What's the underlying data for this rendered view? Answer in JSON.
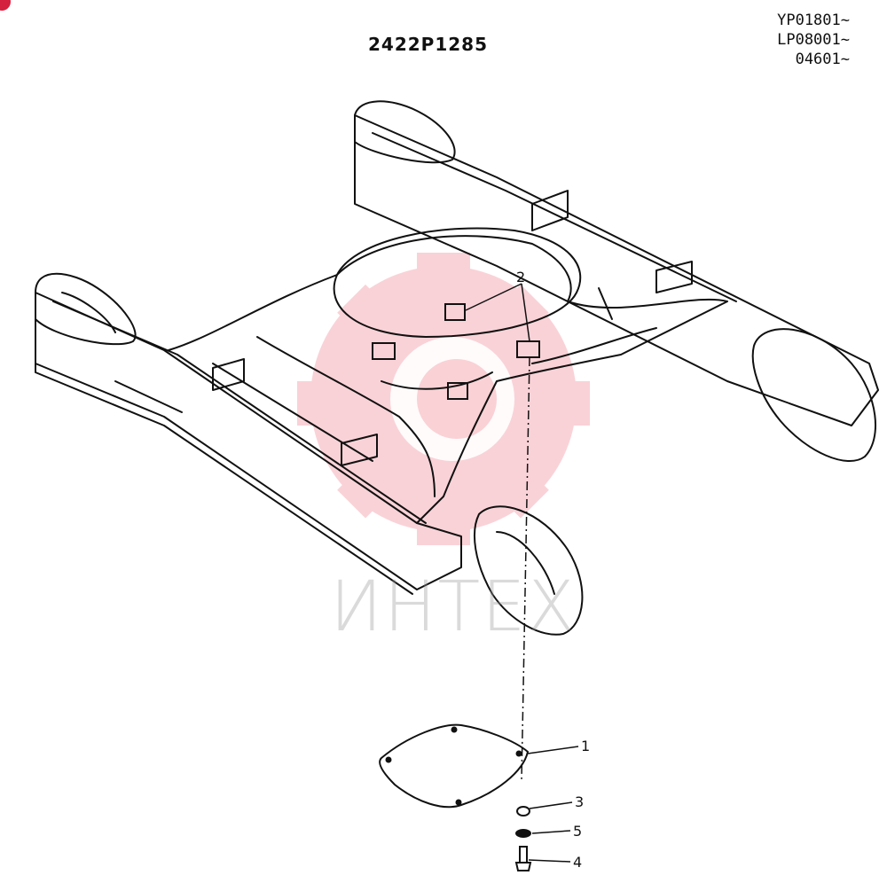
{
  "diagram": {
    "title": "2422P1285",
    "serial_numbers": [
      "YP01801~",
      "LP08001~",
      "04601~"
    ],
    "callouts": [
      "1",
      "2",
      "3",
      "4",
      "5"
    ],
    "watermark": "ИНТЕХ",
    "colors": {
      "line": "#111111",
      "watermark_red": "#e6394f",
      "watermark_gray": "#999999",
      "corner_mark": "#d4213d"
    }
  }
}
